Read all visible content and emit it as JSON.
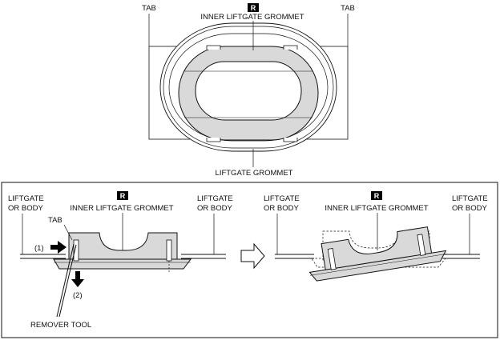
{
  "top_view": {
    "tab_left": "TAB",
    "tab_right": "TAB",
    "badge": "R",
    "inner_grommet_label": "INNER LIFTGATE GROMMET",
    "grommet_label": "LIFTGATE GROMMET"
  },
  "detail_panel": {
    "left": {
      "body_left_line1": "LIFTGATE",
      "body_left_line2": "OR BODY",
      "body_right_line1": "LIFTGATE",
      "body_right_line2": "OR BODY",
      "badge": "R",
      "inner_grommet_label": "INNER LIFTGATE GROMMET",
      "tab_label": "TAB",
      "step1_label": "(1)",
      "step2_label": "(2)",
      "remover_tool_label": "REMOVER TOOL"
    },
    "right": {
      "body_left_line1": "LIFTGATE",
      "body_left_line2": "OR BODY",
      "body_right_line1": "LIFTGATE",
      "body_right_line2": "OR BODY",
      "badge": "R",
      "inner_grommet_label": "INNER LIFTGATE GROMMET"
    }
  },
  "colors": {
    "grommet_fill": "#d9d9d9",
    "line": "#111111",
    "badge": "#000000"
  }
}
